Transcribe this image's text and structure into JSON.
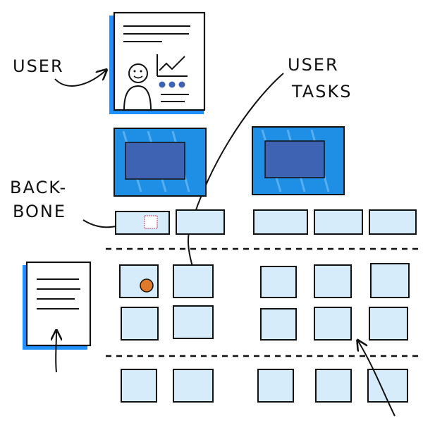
{
  "labels": {
    "user": "USER",
    "user_tasks_line1": "USER",
    "user_tasks_line2": "TASKS",
    "backbone_line1": "BACK-",
    "backbone_line2": "BONE"
  },
  "colors": {
    "ink": "#111111",
    "card_fill": "#d7ecfb",
    "card_accent": "#1e90ff",
    "big_card_fill": "#1f8fe6",
    "big_card_screen": "#3f63b3",
    "orange_dot": "#e07a2a"
  }
}
